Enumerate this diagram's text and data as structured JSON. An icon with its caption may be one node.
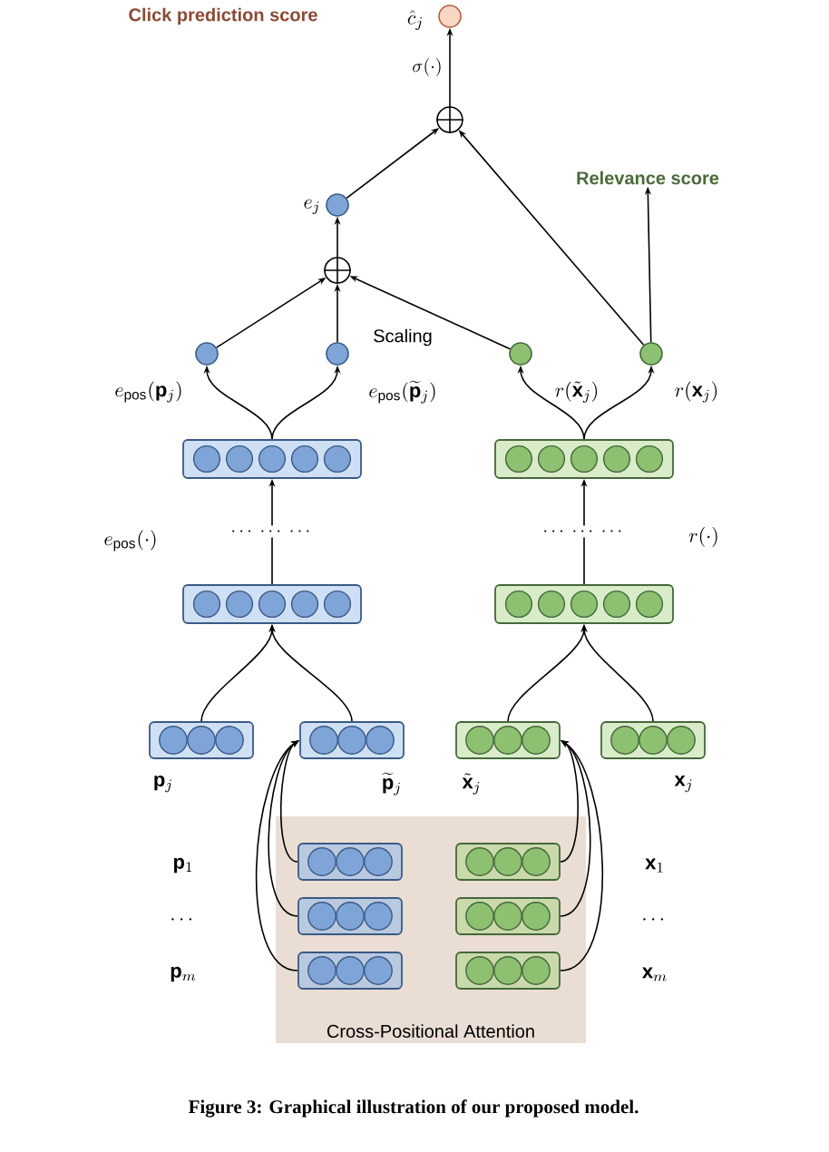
{
  "diagram": {
    "caption": "Figure 3: Graphical illustration of our proposed model.",
    "nodes": [
      {
        "text": [],
        "shape": "circle",
        "beside": [
          "\\hat{c}_j"
        ]
      },
      {
        "text": [],
        "shape": "circle"
      },
      {
        "text": [],
        "shape": "circle",
        "beside": [
          "e_j"
        ]
      },
      {
        "text": [],
        "shape": "circle"
      },
      {
        "text": [],
        "shape": "circle",
        "beside": [
          "e_{\\mathrm{pos}}(\\mathbf{p}_j)"
        ]
      },
      {
        "text": [],
        "shape": "circle",
        "beside": [
          "e_{\\mathrm{pos}}(\\widetilde{\\mathbf{p}}_j)"
        ]
      },
      {
        "text": [],
        "shape": "circle",
        "beside": [
          "r(\\tilde{\\mathbf{x}}_j)"
        ]
      },
      {
        "text": [],
        "shape": "circle",
        "beside": [
          "r(\\mathbf{x}_j)"
        ]
      },
      {
        "text": [
          "Relevance score"
        ]
      },
      {
        "text": [],
        "shape": "box"
      },
      {
        "text": [],
        "shape": "box"
      },
      {
        "text": [],
        "shape": "box"
      },
      {
        "text": [],
        "shape": "box"
      },
      {
        "text": [],
        "shape": "box",
        "beside": [
          "\\mathbf{p}_j"
        ]
      },
      {
        "text": [],
        "shape": "box",
        "beside": [
          "\\widetilde{\\mathbf{p}}_j"
        ]
      },
      {
        "text": [],
        "shape": "box",
        "beside": [
          "\\tilde{\\mathbf{x}}_j"
        ]
      },
      {
        "text": [],
        "shape": "box",
        "beside": [
          "\\mathbf{x}_j"
        ]
      },
      {
        "text": [
          "Cross-Positional Attention"
        ]
      },
      {
        "text": [],
        "shape": "box",
        "in": 17
      },
      {
        "text": [],
        "shape": "box",
        "in": 17
      },
      {
        "text": [],
        "shape": "box",
        "in": 17
      },
      {
        "text": [],
        "shape": "box",
        "in": 17
      },
      {
        "text": [],
        "shape": "box",
        "in": 17
      },
      {
        "text": [],
        "shape": "box",
        "in": 17
      }
    ],
    "edges": [
      {
        "from": 1,
        "to": 0,
        "arrow": "to",
        "label": "\\sigma(\\cdot)"
      },
      {
        "from": 2,
        "to": 1,
        "arrow": "to"
      },
      {
        "from": 7,
        "to": 1,
        "arrow": "to"
      },
      {
        "from": 3,
        "to": 2,
        "arrow": "to"
      },
      {
        "from": 4,
        "to": 3,
        "arrow": "to"
      },
      {
        "from": 5,
        "to": 3,
        "arrow": "to"
      },
      {
        "from": 6,
        "to": 3,
        "arrow": "to"
      },
      {
        "from": 7,
        "to": 8,
        "arrow": "to"
      },
      {
        "from": 9,
        "to": 4,
        "arrow": "to"
      },
      {
        "from": 9,
        "to": 5,
        "arrow": "to"
      },
      {
        "from": 10,
        "to": 6,
        "arrow": "to"
      },
      {
        "from": 10,
        "to": 7,
        "arrow": "to"
      },
      {
        "from": 11,
        "to": 9,
        "arrow": "to",
        "label": "\\cdots\\;\\cdots\\;\\cdots"
      },
      {
        "from": 12,
        "to": 10,
        "arrow": "to",
        "label": "\\cdots\\;\\cdots\\;\\cdots"
      },
      {
        "from": 13,
        "to": 11,
        "arrow": "to"
      },
      {
        "from": 14,
        "to": 11,
        "arrow": "to"
      },
      {
        "from": 15,
        "to": 12,
        "arrow": "to"
      },
      {
        "from": 16,
        "to": 12,
        "arrow": "to"
      },
      {
        "from": 18,
        "to": 14,
        "arrow": "to"
      },
      {
        "from": 19,
        "to": 14,
        "arrow": "to"
      },
      {
        "from": 20,
        "to": 14,
        "arrow": "to"
      },
      {
        "from": 21,
        "to": 15,
        "arrow": "to"
      },
      {
        "from": 22,
        "to": 15,
        "arrow": "to"
      },
      {
        "from": 23,
        "to": 15,
        "arrow": "to"
      }
    ],
    "labels": [
      "Click prediction score",
      "Scaling",
      "e_{\\mathrm{pos}}(\\cdot)",
      "r(\\cdot)",
      "\\mathbf{p}_1",
      "\\mathbf{x}_1",
      "\\cdots",
      "\\cdots",
      "\\mathbf{p}_m",
      "\\mathbf{x}_m"
    ]
  }
}
